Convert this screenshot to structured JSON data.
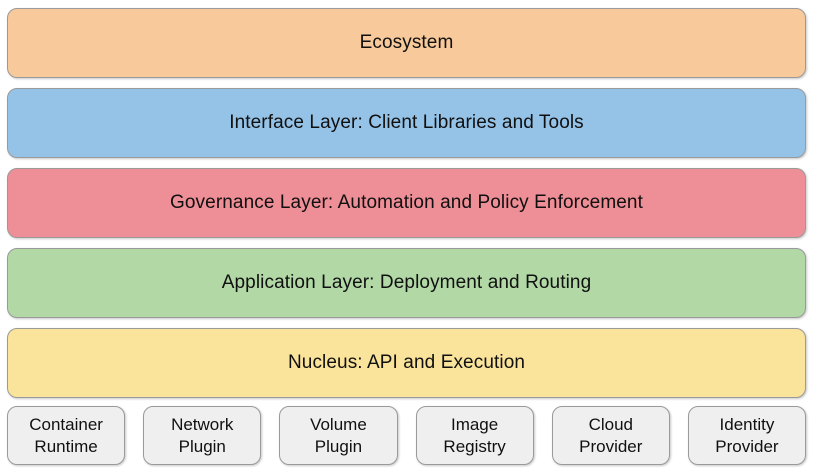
{
  "diagram": {
    "type": "layered-stack-architecture",
    "background_color": "#FFFFFF",
    "border_color": "#9A9A9A",
    "text_color": "#101010",
    "layers": [
      {
        "id": "ecosystem",
        "label": "Ecosystem",
        "color": "#F8C99A"
      },
      {
        "id": "interface-layer",
        "label": "Interface Layer: Client Libraries and Tools",
        "color": "#95C3E8"
      },
      {
        "id": "governance-layer",
        "label": "Governance Layer: Automation and Policy Enforcement",
        "color": "#EE8E96"
      },
      {
        "id": "application-layer",
        "label": "Application Layer: Deployment and Routing",
        "color": "#B2D8A6"
      },
      {
        "id": "nucleus",
        "label": "Nucleus: API and Execution",
        "color": "#FAE39B"
      }
    ],
    "components": [
      {
        "id": "container-runtime",
        "line1": "Container",
        "line2": "Runtime",
        "color": "#EFEFEF"
      },
      {
        "id": "network-plugin",
        "line1": "Network",
        "line2": "Plugin",
        "color": "#EFEFEF"
      },
      {
        "id": "volume-plugin",
        "line1": "Volume",
        "line2": "Plugin",
        "color": "#EFEFEF"
      },
      {
        "id": "image-registry",
        "line1": "Image",
        "line2": "Registry",
        "color": "#EFEFEF"
      },
      {
        "id": "cloud-provider",
        "line1": "Cloud",
        "line2": "Provider",
        "color": "#EFEFEF"
      },
      {
        "id": "identity-provider",
        "line1": "Identity",
        "line2": "Provider",
        "color": "#EFEFEF"
      }
    ]
  }
}
